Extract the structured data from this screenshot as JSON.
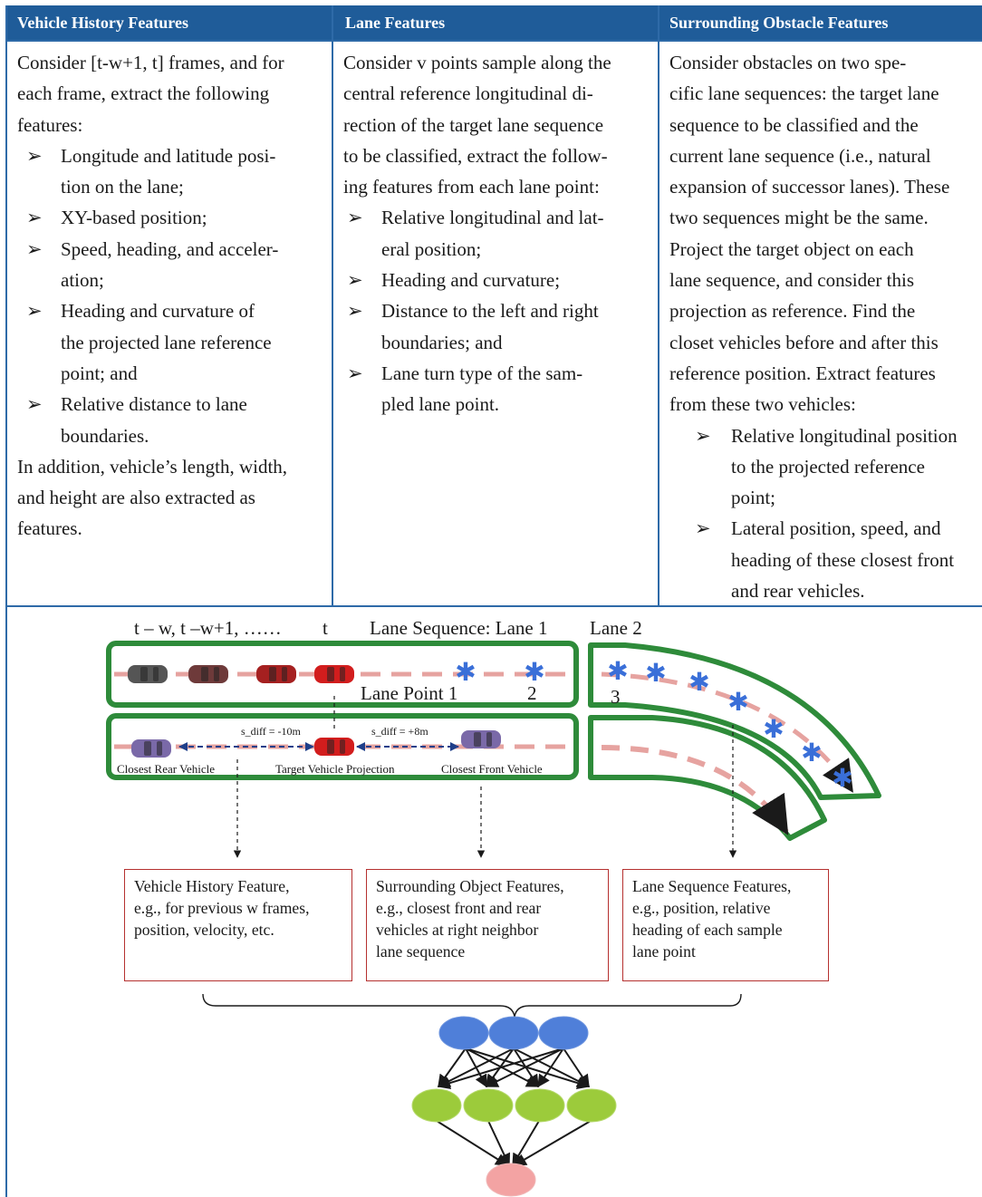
{
  "table": {
    "headers": [
      "Vehicle History Features",
      "Lane Features",
      "Surrounding Obstacle Features"
    ],
    "col1": {
      "intro": [
        "Consider [t-w+1, t] frames, and for",
        "each frame, extract the following",
        "features:"
      ],
      "bullets": [
        [
          "Longitude and latitude posi-",
          "tion on the lane;"
        ],
        [
          "XY-based position;"
        ],
        [
          "Speed, heading, and acceler-",
          "ation;"
        ],
        [
          "Heading and curvature of",
          "the projected lane reference",
          "point; and"
        ],
        [
          "Relative distance to lane",
          "boundaries."
        ]
      ],
      "outro": [
        "In addition, vehicle’s length, width,",
        "and height are also extracted as",
        "features."
      ]
    },
    "col2": {
      "intro": [
        "Consider v points sample along the",
        "central reference longitudinal di-",
        "rection of the target lane sequence",
        "to be classified, extract the follow-",
        "ing features from each lane point:"
      ],
      "bullets": [
        [
          "Relative longitudinal and lat-",
          "eral position;"
        ],
        [
          "Heading and curvature;"
        ],
        [
          "Distance to the left and right",
          "boundaries; and"
        ],
        [
          "Lane turn type of the sam-",
          "pled lane point."
        ]
      ]
    },
    "col3": {
      "intro": [
        "Consider obstacles on two spe-",
        "cific lane sequences: the target lane",
        "sequence to be classified and the",
        "current lane sequence (i.e., natural",
        "expansion of successor lanes). These",
        "two sequences might be the same.",
        "Project the target object on each",
        "lane sequence, and consider this",
        "projection as reference. Find the",
        "closet vehicles before and after this",
        "reference position. Extract features",
        "from these two vehicles:"
      ],
      "bullets": [
        [
          "Relative longitudinal position",
          "to the projected reference",
          "point;"
        ],
        [
          "Lateral position, speed, and",
          "heading of these closest front",
          "and rear vehicles."
        ]
      ]
    }
  },
  "diagram": {
    "time_label": "t – w, t –w+1, ……",
    "t_label": "t",
    "lane_sequence_label": "Lane Sequence: Lane 1",
    "lane2_label": "Lane 2",
    "lane_point_label": "Lane Point 1",
    "point2_label": "2",
    "point3_label": "3",
    "s_diff_left": "s_diff = -10m",
    "s_diff_right": "s_diff = +8m",
    "closest_rear": "Closest Rear Vehicle",
    "target_projection": "Target Vehicle Projection",
    "closest_front": "Closest Front Vehicle"
  },
  "feature_boxes": [
    {
      "lines": [
        "Vehicle History Feature,",
        "e.g., for previous w frames,",
        "position, velocity, etc."
      ]
    },
    {
      "lines": [
        "Surrounding Object Features,",
        "e.g., closest front and rear",
        "vehicles at right neighbor",
        "lane sequence"
      ]
    },
    {
      "lines": [
        "Lane Sequence Features,",
        "e.g., position, relative",
        "heading of each sample",
        "lane point"
      ]
    }
  ],
  "colors": {
    "header_bg": "#1f5c99",
    "border": "#2e6aa8",
    "lane_outline": "#2e8b3a",
    "lane_dash": "#e6a3a0",
    "lane_point": "#3a6fd8",
    "box_border": "#b5302f",
    "nn_input": "#4f7fd9",
    "nn_hidden": "#9ccb3b",
    "nn_output": "#f3a3a3"
  }
}
